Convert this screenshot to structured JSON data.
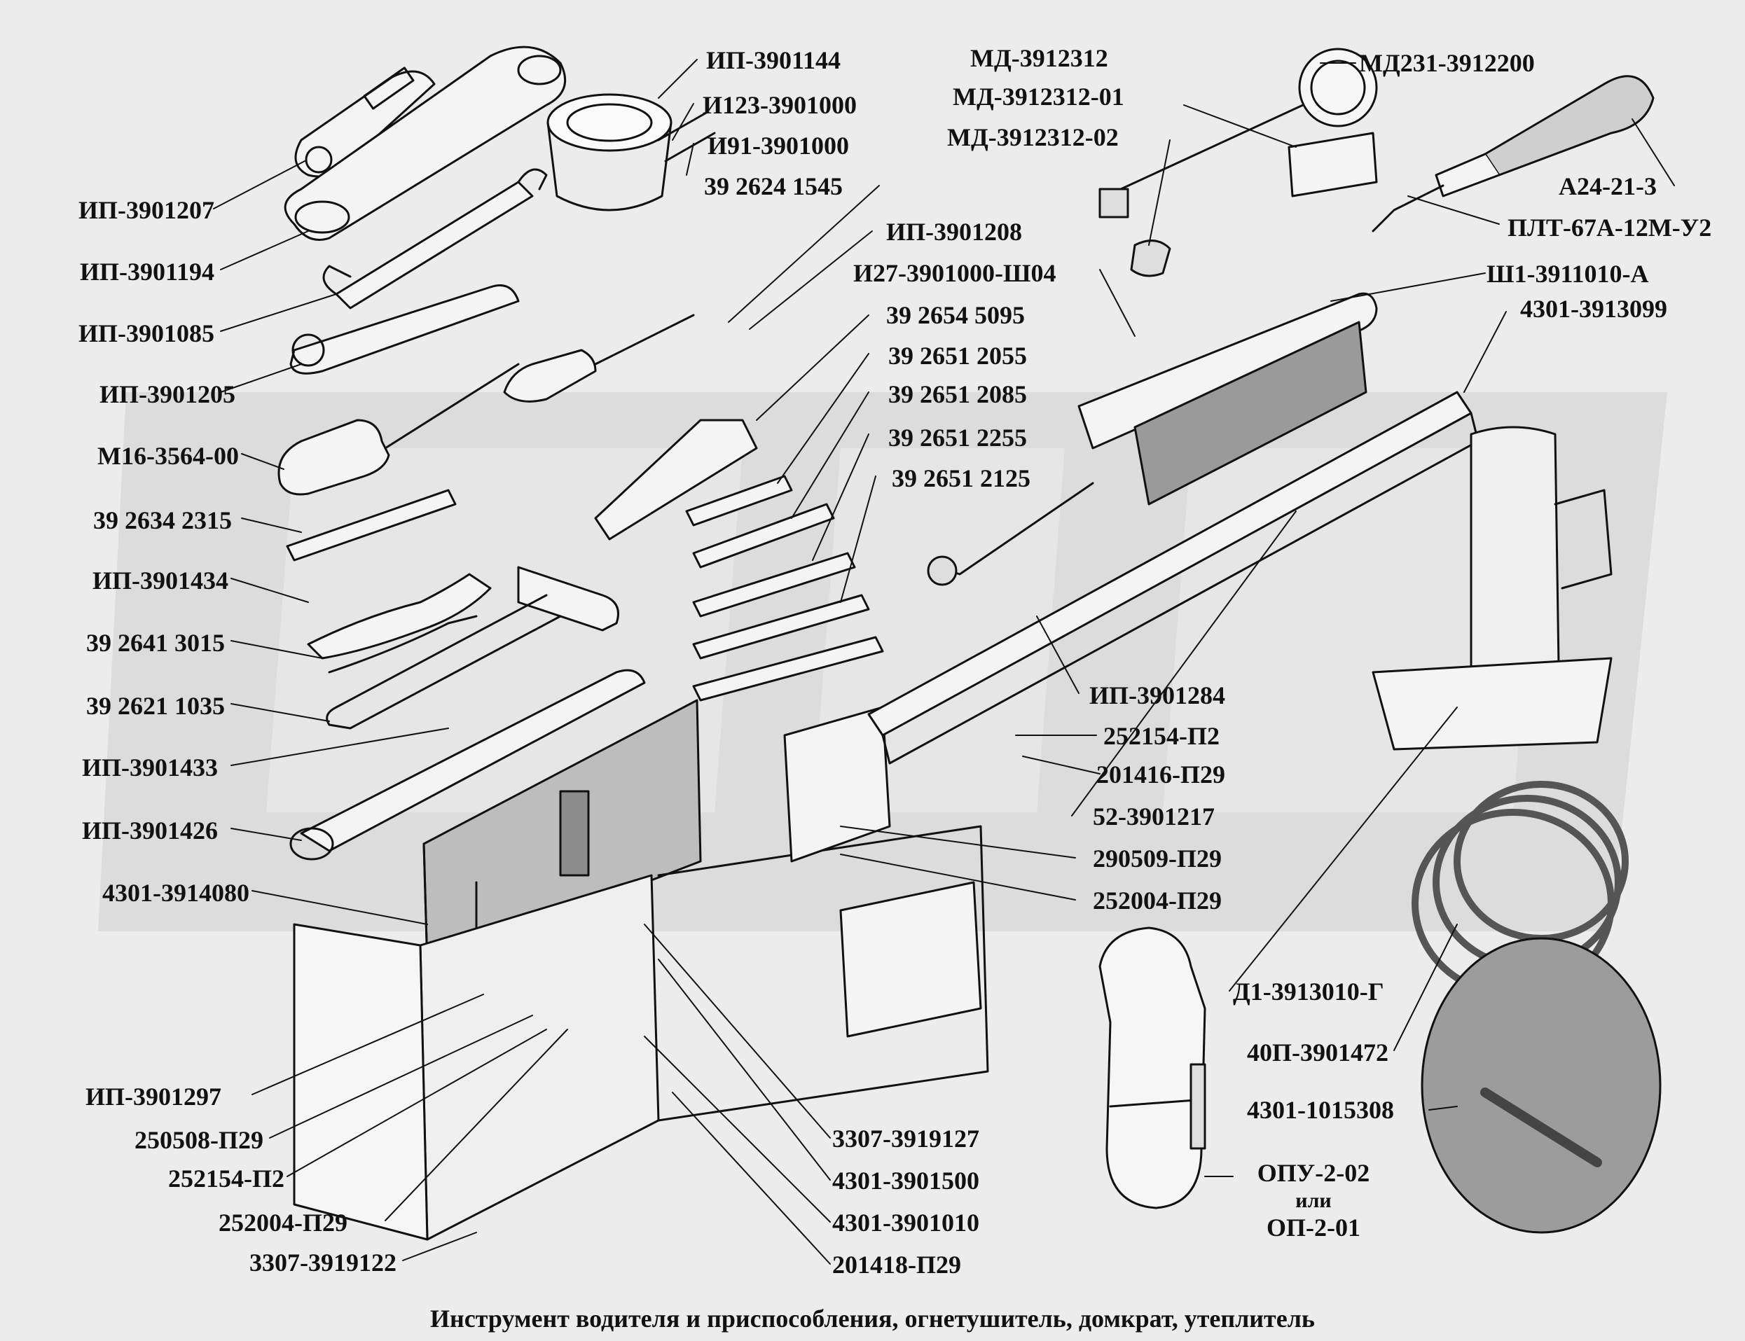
{
  "caption": "Инструмент водителя и приспособления, огнетушитель, домкрат,   утеплитель",
  "labels_left": [
    "ИП-3901207",
    "ИП-3901194",
    "ИП-3901085",
    "ИП-3901205",
    "М16-3564-00",
    "39 2634 2315",
    "ИП-3901434",
    "39 2641 3015",
    "39 2621 1035",
    "ИП-3901433",
    "ИП-3901426",
    "4301-3914080",
    "ИП-3901297",
    "250508-П29",
    "252154-П2",
    "252004-П29",
    "3307-3919122"
  ],
  "labels_top_center": [
    "ИП-3901144",
    "И123-3901000",
    "И91-3901000",
    "39 2624 1545",
    "ИП-3901208",
    "И27-3901000-Ш04",
    "39 2654 5095",
    "39 2651 2055",
    "39 2651 2085",
    "39 2651 2255",
    "39 2651 2125"
  ],
  "labels_top_right": [
    "МД-3912312",
    "МД-3912312-01",
    "МД-3912312-02",
    "МД231-3912200",
    "А24-21-3",
    "ПЛТ-67А-12М-У2",
    "Ш1-3911010-А",
    "4301-3913099"
  ],
  "labels_middle": [
    "ИП-3901284",
    "252154-П2",
    "201416-П29",
    "52-3901217",
    "290509-П29",
    "252004-П29"
  ],
  "labels_bottom_center": [
    "3307-3919127",
    "4301-3901500",
    "4301-3901010",
    "201418-П29"
  ],
  "labels_bottom_right": [
    "Д1-3913010-Г",
    "40П-3901472",
    "4301-1015308"
  ],
  "extinguisher": {
    "line1": "ОПУ-2-02",
    "line2": "или",
    "line3": "ОП-2-01"
  },
  "colors": {
    "background": "#ececec",
    "ink": "#111111",
    "watermark": "#d4d4d4"
  }
}
